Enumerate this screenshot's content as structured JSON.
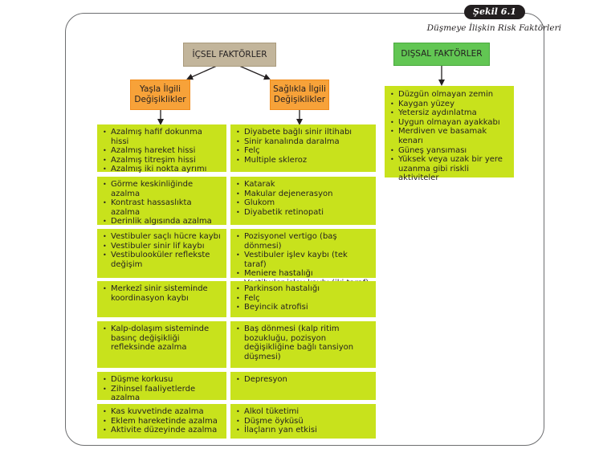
{
  "figure": {
    "label": "Şekil 6.1",
    "title": "Düşmeye İlişkin Risk Faktörleri"
  },
  "internal": {
    "title": "İÇSEL FAKTÖRLER",
    "age_related": {
      "title_line1": "Yaşla İlgili",
      "title_line2": "Değişiklikler",
      "groups": [
        [
          "Azalmış hafif dokunma hissi",
          "Azalmış hareket hissi",
          "Azalmış titreşim hissi",
          "Azalmış iki nokta ayrımı"
        ],
        [
          "Görme keskinliğinde azalma",
          "Kontrast hassaslıkta azalma",
          "Derinlik algısında azalma"
        ],
        [
          "Vestibuler saçlı hücre kaybı",
          "Vestibuler sinir lif kaybı",
          "Vestibulooküler reflekste değişim"
        ],
        [
          "Merkezî sinir sisteminde koordinasyon kaybı"
        ],
        [
          "Kalp-dolaşım sisteminde basınç değişikliği refleksinde azalma"
        ],
        [
          "Düşme korkusu",
          "Zihinsel faaliyetlerde azalma"
        ],
        [
          "Kas kuvvetinde azalma",
          "Eklem hareketinde azalma",
          "Aktivite düzeyinde azalma"
        ]
      ]
    },
    "health_related": {
      "title_line1": "Sağlıkla İlgili",
      "title_line2": "Değişiklikler",
      "groups": [
        [
          "Diyabete bağlı sinir iltihabı",
          "Sinir kanalında daralma",
          "Felç",
          "Multiple skleroz"
        ],
        [
          "Katarak",
          "Makular dejenerasyon",
          "Glukom",
          "Diyabetik retinopati"
        ],
        [
          "Pozisyonel vertigo (baş dönmesi)",
          "Vestibuler işlev kaybı (tek taraf)",
          "Meniere hastalığı",
          "Vestibuler işlev kaybı (iki taraf)"
        ],
        [
          "Parkinson hastalığı",
          "Felç",
          "Beyincik atrofisi"
        ],
        [
          "Baş dönmesi (kalp ritim bozukluğu, pozisyon değişikliğine bağlı tansiyon düşmesi)"
        ],
        [
          "Depresyon"
        ],
        [
          "Alkol tüketimi",
          "Düşme öyküsü",
          "İlaçların yan etkisi"
        ]
      ]
    }
  },
  "external": {
    "title": "DIŞSAL FAKTÖRLER",
    "items": [
      "Düzgün olmayan zemin",
      "Kaygan yüzey",
      "Yetersiz aydınlatma",
      "Uygun olmayan ayakkabı",
      "Merdiven ve basamak kenarı",
      "Güneş yansıması",
      "Yüksek veya uzak bir yere uzanma gibi riskli aktiviteler"
    ]
  },
  "colors": {
    "internal_header": "#c2b59b",
    "subheader": "#f7a239",
    "external_header": "#62c653",
    "item_box": "#c8e21c"
  }
}
